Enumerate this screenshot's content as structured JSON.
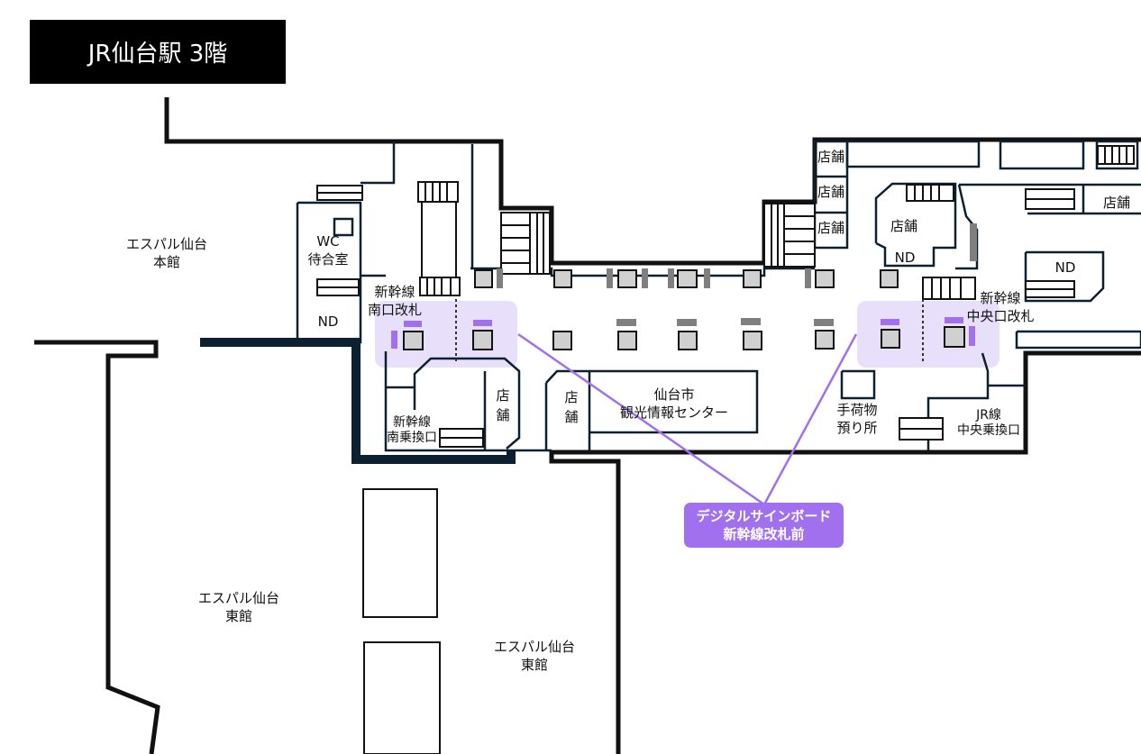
{
  "title": "JR仙台駅 3階",
  "colors": {
    "title_bg": "#000000",
    "title_text": "#ffffff",
    "wall": "#111111",
    "wall_navy": "#0b2030",
    "gate_highlight": "#e8e0fb",
    "signage": "#a070ee",
    "callout_bg": "#a070ee",
    "pillar": "#d0d0d0"
  },
  "labels": {
    "s_pal_main": [
      "エスパル仙台",
      "本館"
    ],
    "s_pal_east_left": [
      "エスパル仙台",
      "東館"
    ],
    "s_pal_east_right": [
      "エスパル仙台",
      "東館"
    ],
    "wc": [
      "WC",
      "待合室"
    ],
    "nd_left": "ND",
    "nd_center": "ND",
    "nd_right": "ND",
    "shinkansen_south_gate": [
      "新幹線",
      "南口改札"
    ],
    "shinkansen_central_gate": [
      "新幹線",
      "中央口改札"
    ],
    "shinkansen_south_transfer": [
      "新幹線",
      "南乗換口"
    ],
    "jr_central_transfer": [
      "JR線",
      "中央乗換口"
    ],
    "store_vertical": "店舗",
    "store": "店舗",
    "tourist_info": [
      "仙台市",
      "観光情報センター"
    ],
    "luggage": [
      "手荷物",
      "預り所"
    ]
  },
  "callout": {
    "line1": "デジタルサインボード",
    "line2": "新幹線改札前"
  }
}
